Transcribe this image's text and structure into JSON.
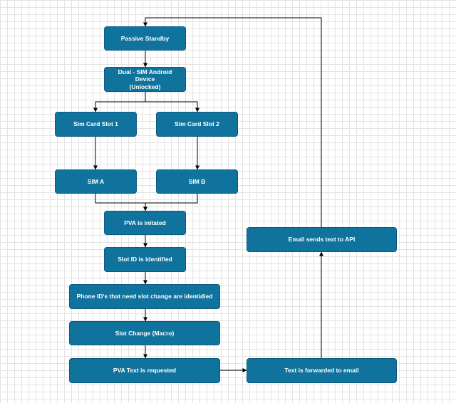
{
  "diagram": {
    "nodes": {
      "passive_standby": "Passive Standby",
      "dual_sim": "Dual - SIM Android Device\n(Unlocked)",
      "sim_slot_1": "Sim Card Slot 1",
      "sim_slot_2": "Sim Card Slot 2",
      "sim_a": "SIM A",
      "sim_b": "SIM B",
      "pva_initiated": "PVA is initated",
      "slot_id": "Slot ID is identified",
      "phone_ids": "Phone ID's that need slot change are identidied",
      "slot_change": "Slot Change (Macro)",
      "pva_text": "PVA Text is requested",
      "text_forwarded": "Text is forwarded to email",
      "email_api": "Email sends text to API"
    },
    "colors": {
      "node_fill": "#10739e",
      "node_text": "#ffffff",
      "connector": "#000000",
      "grid": "#e3e3e3"
    }
  }
}
